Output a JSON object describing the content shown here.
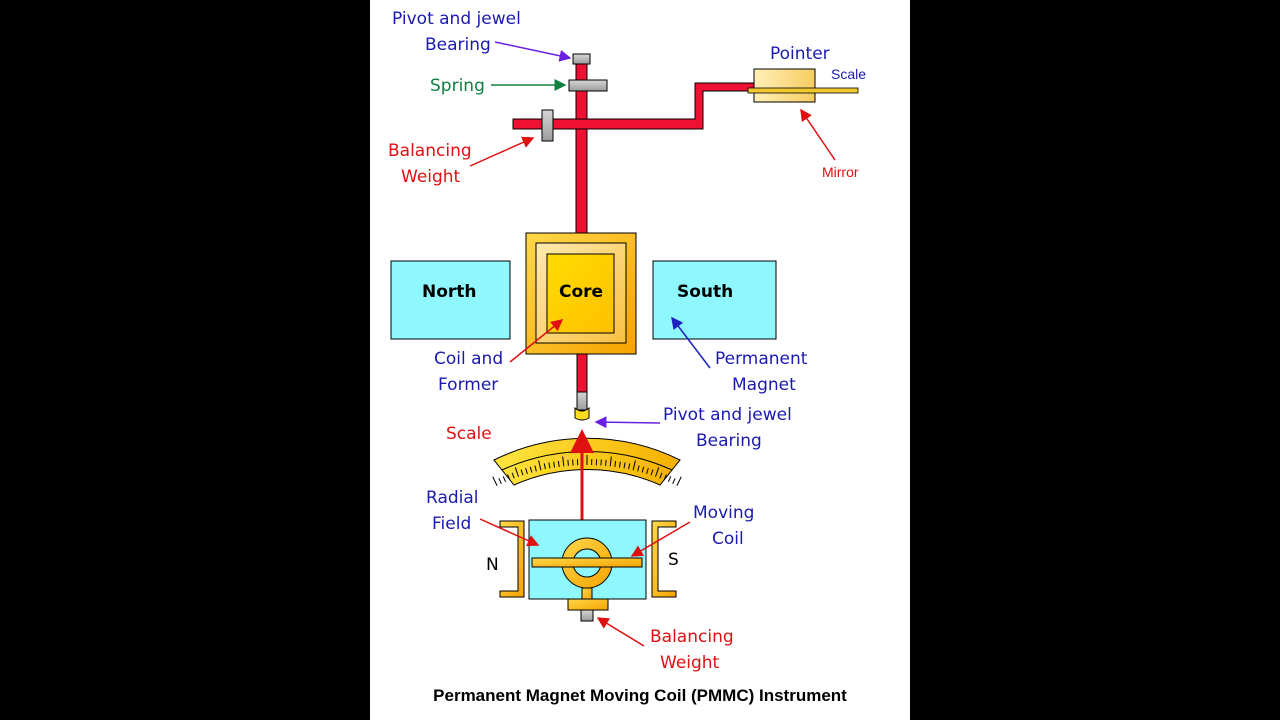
{
  "title": "Permanent Magnet Moving Coil (PMMC) Instrument",
  "colors": {
    "label_blue": "#1a1ab0",
    "label_red": "#e01010",
    "label_green": "#108040",
    "arrow_purple": "#6a20e0",
    "spindle_red": "#ee1133",
    "magnet_cyan": "#8ff8ff",
    "coil_orange": "#f5b400",
    "weight_gray": "#bdbdbd"
  },
  "top": {
    "pivot_label": [
      "Pivot and jewel",
      "Bearing"
    ],
    "spring_label": "Spring",
    "balancing_label": [
      "Balancing",
      "Weight"
    ],
    "pointer_label": "Pointer",
    "scale_label": "Scale",
    "mirror_label": "Mirror"
  },
  "middle": {
    "north_label": "North",
    "core_label": "Core",
    "south_label": "South",
    "coil_label": [
      "Coil and",
      "Former"
    ],
    "magnet_label": [
      "Permanent",
      "Magnet"
    ]
  },
  "lower": {
    "pivot_label": [
      "Pivot and jewel",
      "Bearing"
    ],
    "scale_label": "Scale",
    "radial_label": [
      "Radial",
      "Field"
    ],
    "moving_coil_label": [
      "Moving",
      "Coil"
    ],
    "n_label": "N",
    "s_label": "S",
    "balancing_label": [
      "Balancing",
      "Weight"
    ]
  }
}
